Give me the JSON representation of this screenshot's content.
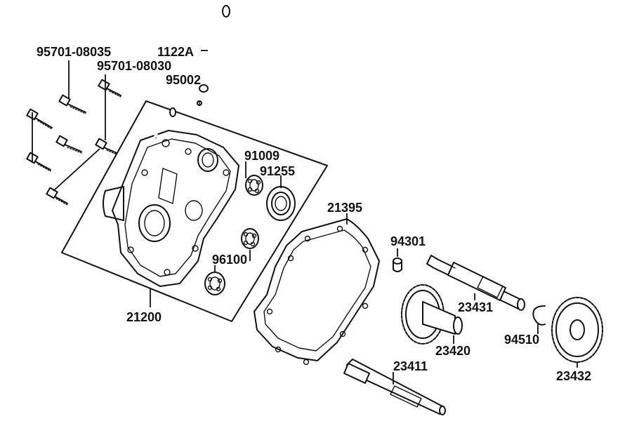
{
  "labels": {
    "bolt_a": "95701-08035",
    "bolt_b": "95701-08030",
    "hose": "1122A",
    "clip": "95002",
    "seal": "91009",
    "bearing_a": "91255",
    "gasket": "21395",
    "bearing_b": "96100",
    "dowel": "94301",
    "shaft_a": "23431",
    "gear_a": "23420",
    "circlip": "94510",
    "case": "21200",
    "shaft_b": "23411",
    "gear_b": "23432"
  }
}
